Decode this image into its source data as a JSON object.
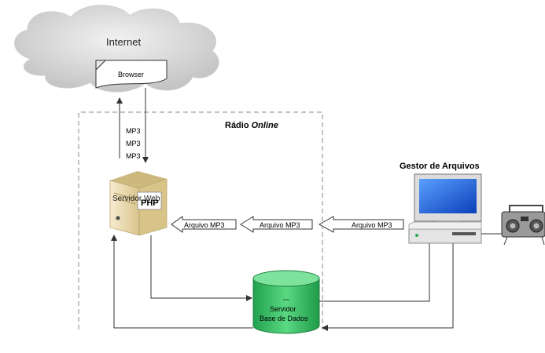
{
  "internet": {
    "label": "Internet",
    "browser_label": "Browser"
  },
  "radio_online": {
    "title_prefix": "Rádio ",
    "title_italic": "Online"
  },
  "mp3_labels": [
    "MP3",
    "MP3",
    "MP3"
  ],
  "web_server": {
    "label": "Servidor Web",
    "badge": "PHP"
  },
  "arrows": [
    "Arquivo MP3",
    "Arquivo MP3",
    "Arquivo MP3"
  ],
  "database": {
    "line1": "Servidor",
    "line2": "Base de Dados"
  },
  "file_manager": {
    "title": "Gestor de Arquivos"
  },
  "colors": {
    "db_fill": "#3fc36a",
    "monitor_screen": "#1d6fe6",
    "cloud": "#d9d9d9",
    "server_body": "#e9d9a8",
    "dashed_border": "#888888"
  }
}
